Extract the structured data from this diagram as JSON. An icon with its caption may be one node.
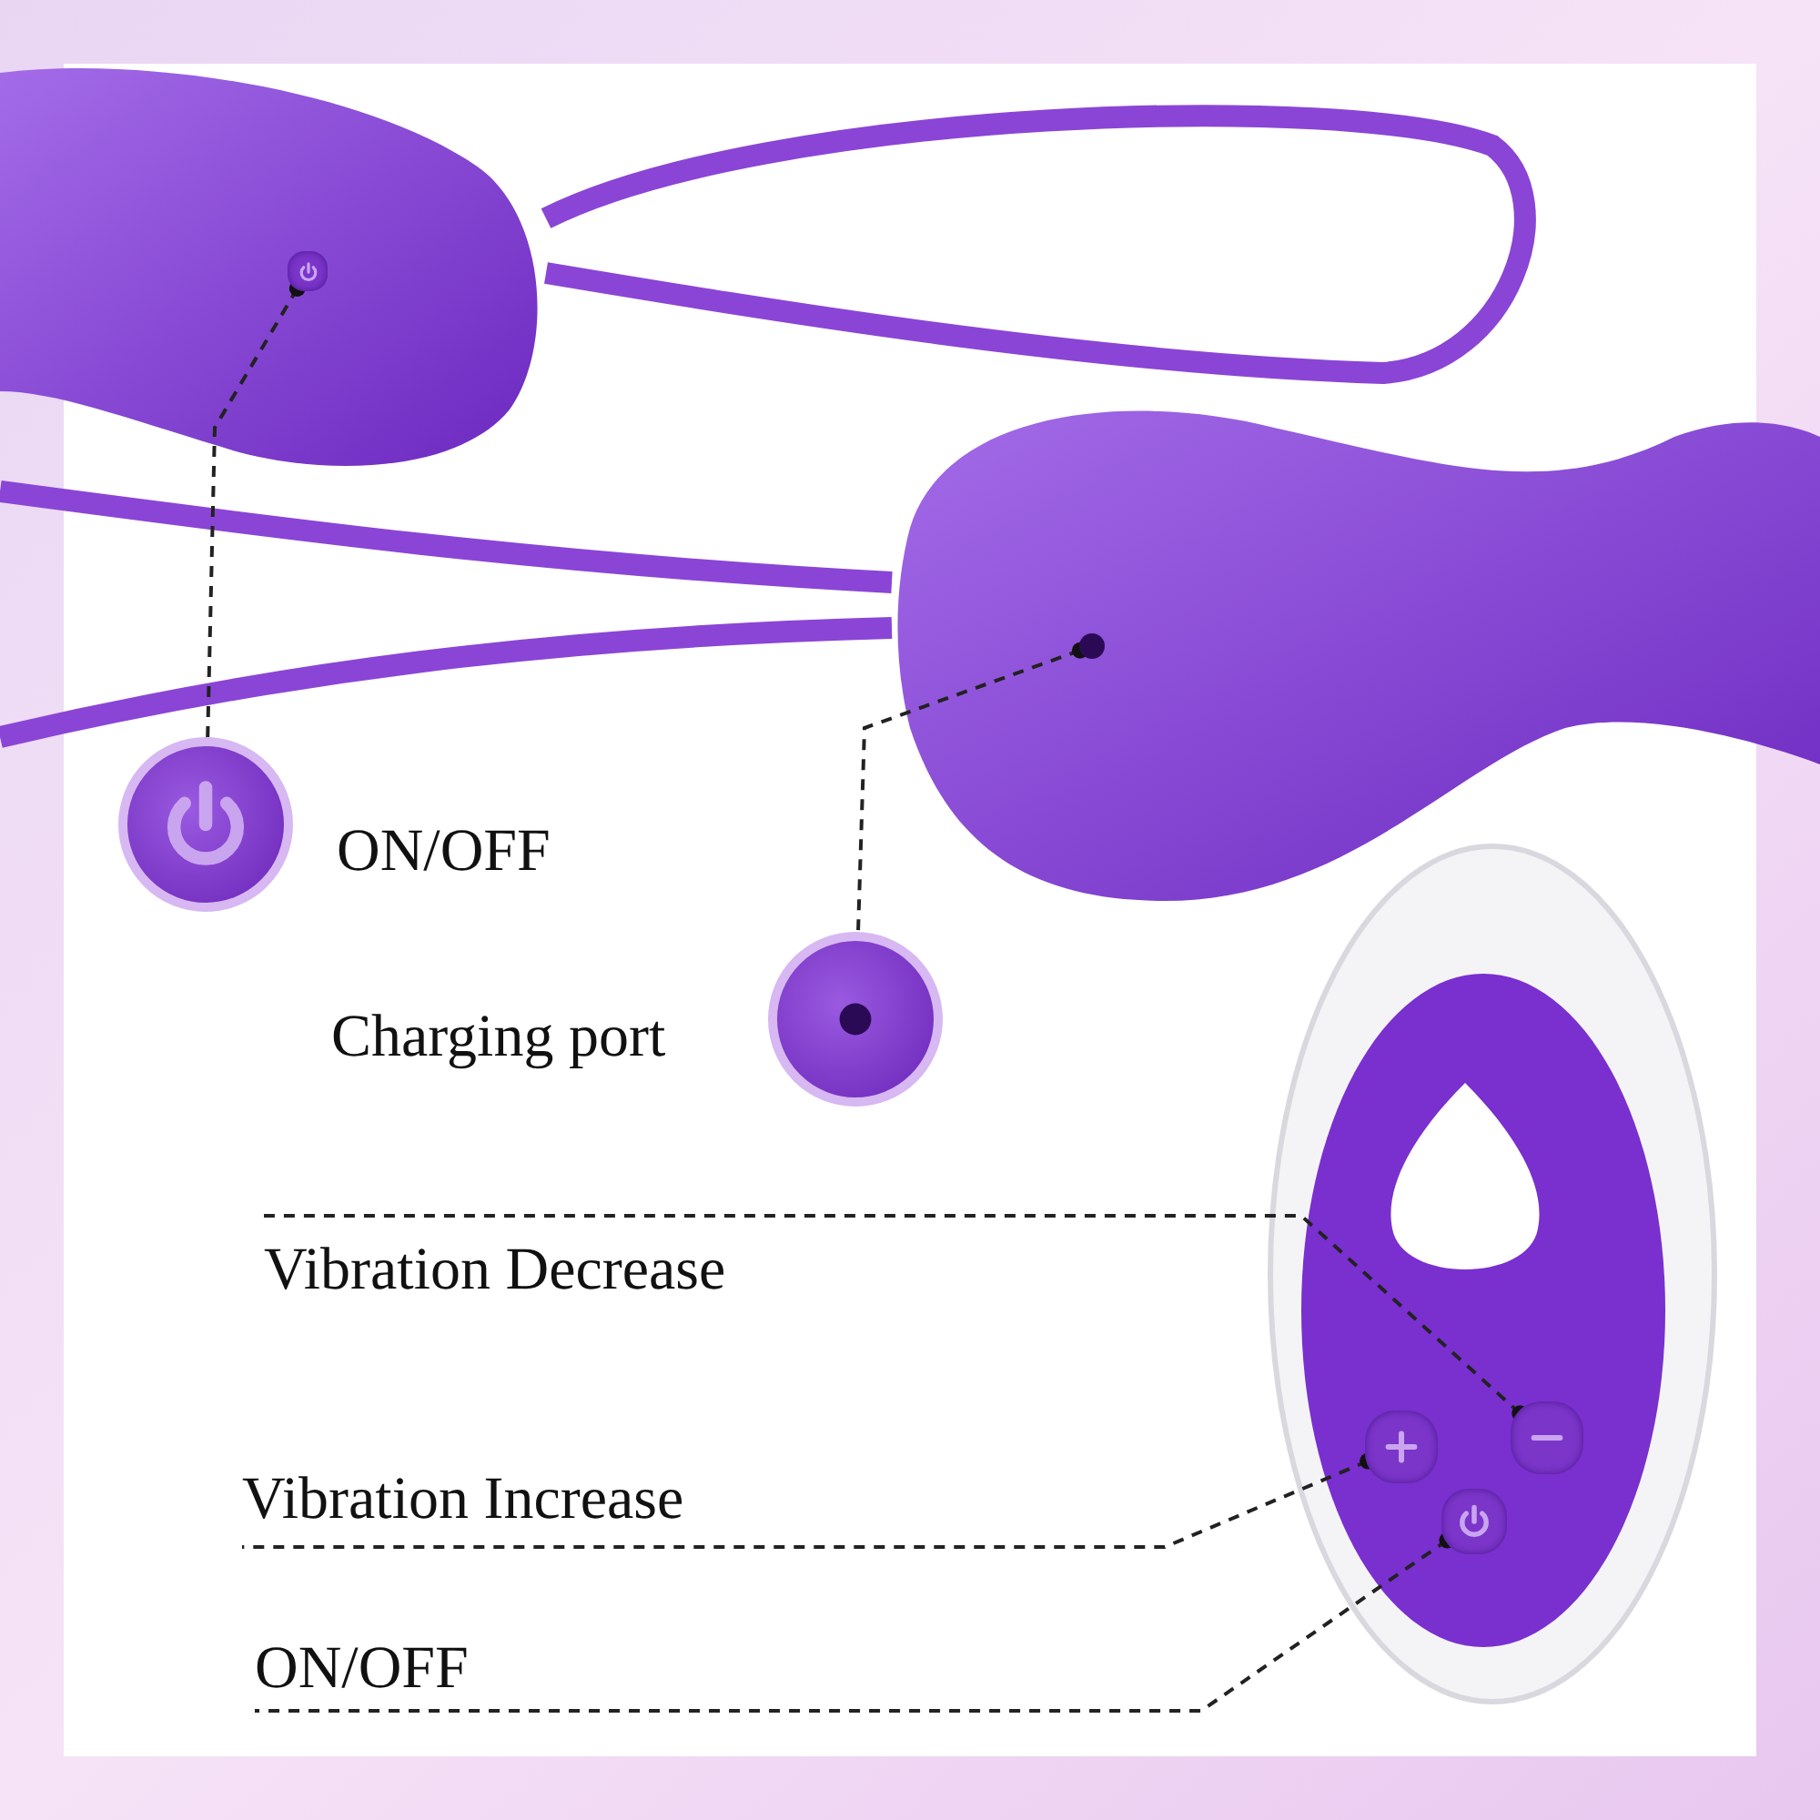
{
  "diagram": {
    "nodes": [
      {
        "text": [],
        "shape": "picture"
      },
      {
        "text": [],
        "shape": "circle",
        "beside": [
          "ON/OFF"
        ]
      },
      {
        "text": [],
        "shape": "circle"
      },
      {
        "text": [],
        "shape": "circle",
        "beside": [
          "Charging port"
        ]
      },
      {
        "text": [
          "Vibration Decrease"
        ]
      },
      {
        "text": [],
        "shape": "picture"
      },
      {
        "text": [
          "Vibration Increase"
        ]
      },
      {
        "text": [],
        "shape": "picture"
      },
      {
        "text": [
          "ON/OFF"
        ]
      },
      {
        "text": [],
        "shape": "picture"
      }
    ],
    "edges": [
      {
        "from": 0,
        "to": 1,
        "arrow": "other",
        "style": "dashed"
      },
      {
        "from": 2,
        "to": 3,
        "arrow": "other",
        "style": "dashed"
      },
      {
        "from": 5,
        "to": 4,
        "arrow": "other",
        "style": "dashed"
      },
      {
        "from": 7,
        "to": 6,
        "arrow": "other",
        "style": "dashed"
      },
      {
        "from": 9,
        "to": 8,
        "arrow": "other",
        "style": "dashed"
      }
    ]
  }
}
